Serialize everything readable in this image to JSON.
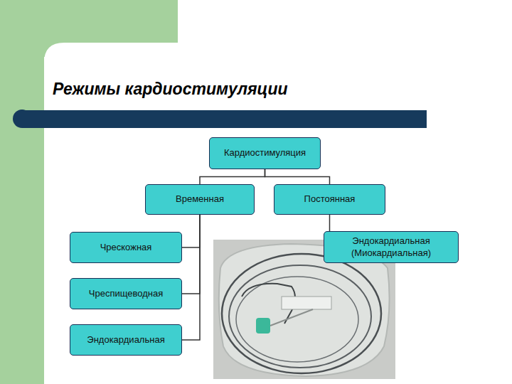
{
  "diagram": {
    "title": "Режимы кардиостимуляции",
    "nodes": [
      {
        "text": [
          "Кардиостимуляция"
        ]
      },
      {
        "text": [
          "Временная"
        ]
      },
      {
        "text": [
          "Постоянная"
        ]
      },
      {
        "text": [
          "Чрескожная"
        ]
      },
      {
        "text": [
          "Чреспищеводная"
        ]
      },
      {
        "text": [
          "Эндокардиальная"
        ]
      },
      {
        "text": [
          "Эндокардиальная (Миокардиальная)"
        ]
      }
    ],
    "edges": [
      {
        "from": 0,
        "to": 1,
        "arrow": "none"
      },
      {
        "from": 0,
        "to": 2,
        "arrow": "none"
      },
      {
        "from": 1,
        "to": 3,
        "arrow": "none"
      },
      {
        "from": 1,
        "to": 4,
        "arrow": "none"
      },
      {
        "from": 1,
        "to": 5,
        "arrow": "none"
      },
      {
        "from": 2,
        "to": 6,
        "arrow": "none"
      }
    ]
  }
}
